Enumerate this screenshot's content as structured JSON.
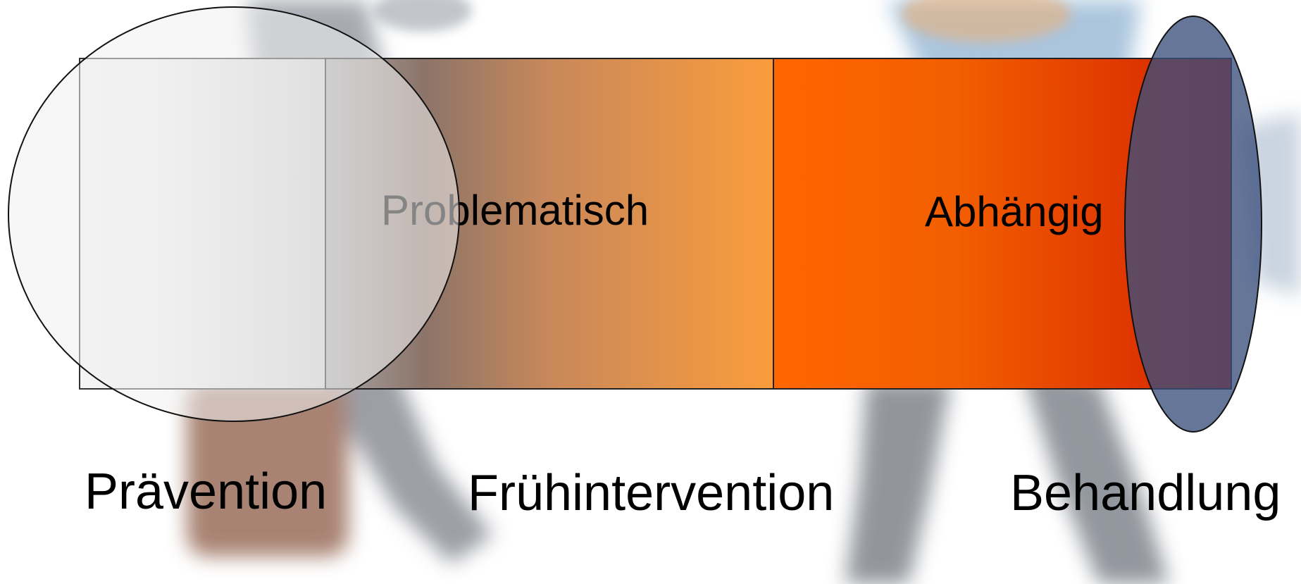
{
  "segments": [
    {
      "id": "risk-free",
      "label": ""
    },
    {
      "id": "problematic",
      "label": "Problematisch"
    },
    {
      "id": "dependent",
      "label": "Abhängig"
    }
  ],
  "interventions": [
    {
      "id": "prevention",
      "label": "Prävention"
    },
    {
      "id": "early-intervention",
      "label": "Frühintervention"
    },
    {
      "id": "treatment",
      "label": "Behandlung"
    }
  ],
  "colors": {
    "light_gray": "#f4f4f4",
    "mid_gray": "#a7a7a7",
    "orange_light": "#fb9c3c",
    "orange": "#ff6600",
    "red": "#d42000",
    "prevention_oval": "#f0f0f0",
    "treatment_oval": "#3b4f7c",
    "treatment_overlap": "#55253f"
  }
}
